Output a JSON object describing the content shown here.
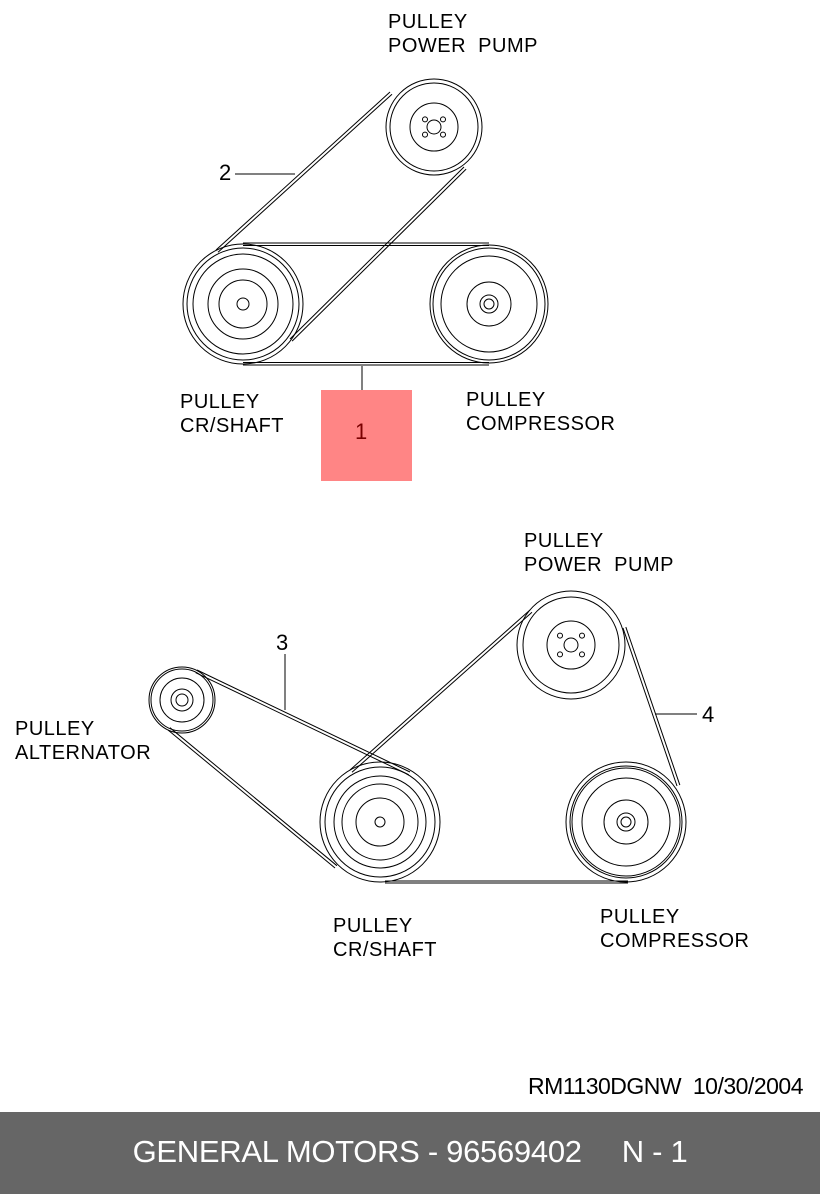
{
  "diagram_top": {
    "labels": {
      "power_pump": [
        "PULLEY",
        "POWER  PUMP"
      ],
      "crankshaft": [
        "PULLEY",
        "CR/SHAFT"
      ],
      "compressor": [
        "PULLEY",
        "COMPRESSOR"
      ]
    },
    "callouts": {
      "belt_1": "1",
      "belt_2": "2"
    },
    "highlighted_callout": "1",
    "highlight_color": "#ff8585"
  },
  "diagram_bottom": {
    "labels": {
      "power_pump": [
        "PULLEY",
        "POWER  PUMP"
      ],
      "alternator": [
        "PULLEY",
        "ALTERNATOR"
      ],
      "crankshaft": [
        "PULLEY",
        "CR/SHAFT"
      ],
      "compressor": [
        "PULLEY",
        "COMPRESSOR"
      ]
    },
    "callouts": {
      "belt_3": "3",
      "belt_4": "4"
    }
  },
  "drawing_ref": {
    "code": "RM1130DGNW",
    "date": "10/30/2004"
  },
  "footer": {
    "brand": "GENERAL MOTORS",
    "part_number": "96569402",
    "page": "N - 1"
  },
  "colors": {
    "footer_bg": "#666666",
    "line": "#000000"
  }
}
